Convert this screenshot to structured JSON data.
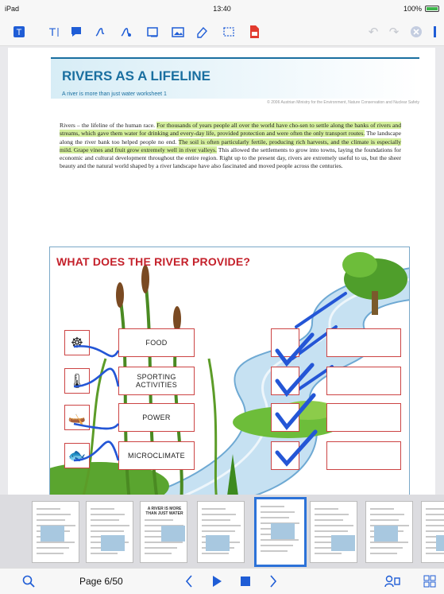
{
  "status": {
    "device": "iPad",
    "time": "13:40",
    "battery": "100%"
  },
  "toolbar": {
    "icons": [
      "text-tool",
      "text-insert",
      "note",
      "freehand-pen",
      "highlighter-pen",
      "rectangle-select",
      "image-insert",
      "eraser",
      "box-select",
      "pdf-export",
      "undo",
      "redo",
      "close",
      "more"
    ]
  },
  "document": {
    "header": {
      "title": "RIVERS AS A LIFELINE",
      "subtitle": "A river is more than just water   worksheet 1",
      "copyright": "© 2006 Austrian Ministry for the Environment, Nature Conservation and Nuclear Safety"
    },
    "intro": [
      {
        "text": "Rivers – the lifeline of the human race. ",
        "hl": false
      },
      {
        "text": "For thousands of years people all over the world have cho-sen to settle along the banks of rivers and streams, which gave them water for drinking and every-day life, provided protection and were often the only transport routes.",
        "hl": true
      },
      {
        "text": " The landscape along the river bank too helped people no end. ",
        "hl": false
      },
      {
        "text": "The soil is often particularly fertile, producing rich harvests, and the climate is especially mild. Grape vines and fruit grow extremely well in river valleys.",
        "hl": true
      },
      {
        "text": " This allowed the settlements to grow into towns, laying the foundations for economic and cultural development throughout the entire region. Right up to the present day, rivers are extremely useful to us, but the sheer beauty and the natural world shaped by a river landscape have also fascinated and moved people across the centuries.",
        "hl": false
      }
    ],
    "figure": {
      "title": "WHAT DOES THE RIVER PROVIDE?",
      "rows": [
        {
          "label": "FOOD",
          "icon": "ship-wheel-icon",
          "glyph": "☸"
        },
        {
          "label": "SPORTING ACTIVITIES",
          "icon": "thermometer-icon",
          "glyph": "🌡"
        },
        {
          "label": "POWER",
          "icon": "kayak-icon",
          "glyph": "🛶"
        },
        {
          "label": "MICROCLIMATE",
          "icon": "fish-icon",
          "glyph": "🐟"
        }
      ]
    }
  },
  "thumbnails": [
    {
      "caption": ""
    },
    {
      "caption": ""
    },
    {
      "caption": "A RIVER IS MORE THAN JUST WATER"
    },
    {
      "caption": ""
    },
    {
      "caption": ""
    },
    {
      "caption": ""
    },
    {
      "caption": ""
    },
    {
      "caption": ""
    }
  ],
  "bottombar": {
    "page_label": "Page 6/50"
  },
  "colors": {
    "accent": "#1f5dd6",
    "title_red": "#c4202a",
    "header_blue": "#1a6fa0",
    "highlight": "#d4ef9c"
  }
}
